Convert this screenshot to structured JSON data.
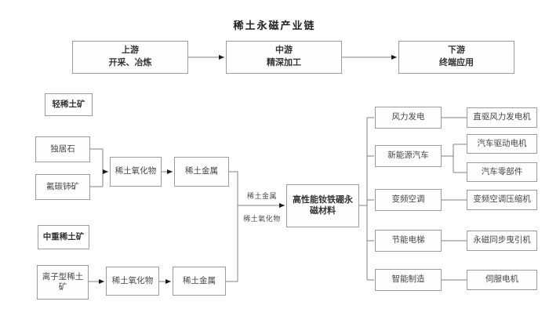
{
  "title": "稀土永磁产业链",
  "flow": {
    "upstream": {
      "label": "上游",
      "desc": "开采、冶炼"
    },
    "midstream": {
      "label": "中游",
      "desc": "精深加工"
    },
    "downstream": {
      "label": "下游",
      "desc": "终端应用"
    }
  },
  "left": {
    "light_ore_label": "轻稀土矿",
    "monazite": "独居石",
    "bastnaesite": "氟碳铈矿",
    "oxide1": "稀土氧化物",
    "metal1": "稀土金属",
    "heavy_ore_label": "中重稀土矿",
    "ionic_ore": "离子型稀土矿",
    "oxide2": "稀土氧化物",
    "metal2": "稀土金属"
  },
  "center": {
    "material": "高性能钕铁硼永磁材料",
    "arrow_label_top": "稀土金属",
    "arrow_label_bottom": "稀土氧化物"
  },
  "right": {
    "applications": [
      {
        "label": "风力发电",
        "products": [
          "直驱风力发电机"
        ]
      },
      {
        "label": "新能源汽车",
        "products": [
          "汽车驱动电机",
          "汽车零部件"
        ]
      },
      {
        "label": "变频空调",
        "products": [
          "变频空调压缩机"
        ]
      },
      {
        "label": "节能电梯",
        "products": [
          "永磁同步曳引机"
        ]
      },
      {
        "label": "智能制造",
        "products": [
          "伺服电机"
        ]
      }
    ]
  },
  "colors": {
    "box_border": "#9b9b9b",
    "line": "#808080",
    "arrowhead": "#1a1a1a",
    "text": "#3d3d3d"
  }
}
